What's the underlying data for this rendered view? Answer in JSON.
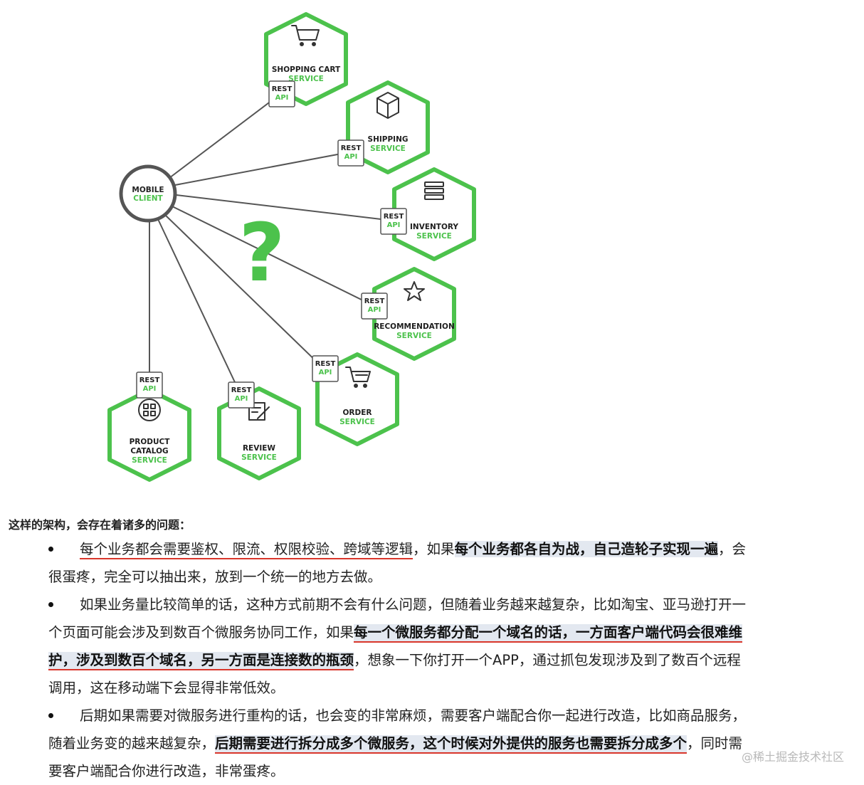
{
  "diagram": {
    "client": {
      "line1": "MOBILE",
      "line2": "CLIENT"
    },
    "question_mark": "?",
    "rest": {
      "top": "REST",
      "bottom": "API"
    },
    "services": [
      {
        "line1": "SHOPPING CART",
        "line2": "",
        "sub": "SERVICE",
        "icon": "cart-icon"
      },
      {
        "line1": "SHIPPING",
        "line2": "",
        "sub": "SERVICE",
        "icon": "box-icon"
      },
      {
        "line1": "INVENTORY",
        "line2": "",
        "sub": "SERVICE",
        "icon": "stack-icon"
      },
      {
        "line1": "RECOMMENDATION",
        "line2": "",
        "sub": "SERVICE",
        "icon": "star-icon"
      },
      {
        "line1": "ORDER",
        "line2": "",
        "sub": "SERVICE",
        "icon": "order-cart-icon"
      },
      {
        "line1": "REVIEW",
        "line2": "",
        "sub": "SERVICE",
        "icon": "review-icon"
      },
      {
        "line1": "PRODUCT",
        "line2": "CATALOG",
        "sub": "SERVICE",
        "icon": "grid-icon"
      }
    ],
    "colors": {
      "accent": "#4cc24c",
      "stroke": "#555555"
    }
  },
  "text": {
    "intro": "这样的架构，会存在着诸多的问题：",
    "b1": {
      "l1a": "每个业务都会需要鉴权、限流、权限校验、跨域等逻辑",
      "l1b": "，如果",
      "l1c": "每个业务都各自为战，自己造轮子实现一遍",
      "l1d": "，会",
      "l2": "很蛋疼，完全可以抽出来，放到一个统一的地方去做。"
    },
    "b2": {
      "l1": "如果业务量比较简单的话，这种方式前期不会有什么问题，但随着业务越来越复杂，比如淘宝、亚马逊打开一",
      "l2a": "个页面可能会涉及到数百个微服务协同工作，如果",
      "l2b": "每一个微服务都分配一个域名的话，一方面客户端代码会很难维",
      "l3a": "护，涉及到数百个域名，另一方面是连接数的瓶颈",
      "l3b": "，想象一下你打开一个APP，通过抓包发现涉及到了数百个远程",
      "l4": "调用，这在移动端下会显得非常低效。"
    },
    "b3": {
      "l1": "后期如果需要对微服务进行重构的话，也会变的非常麻烦，需要客户端配合你一起进行改造，比如商品服务，",
      "l2a": "随着业务变的越来越复杂，",
      "l2b": "后期需要进行拆分成多个微服务，这个时候对外提供的服务也需要拆分成多个",
      "l2c": "，同时需",
      "l3": "要客户端配合你进行改造，非常蛋疼。"
    },
    "watermark": "@稀土掘金技术社区"
  }
}
